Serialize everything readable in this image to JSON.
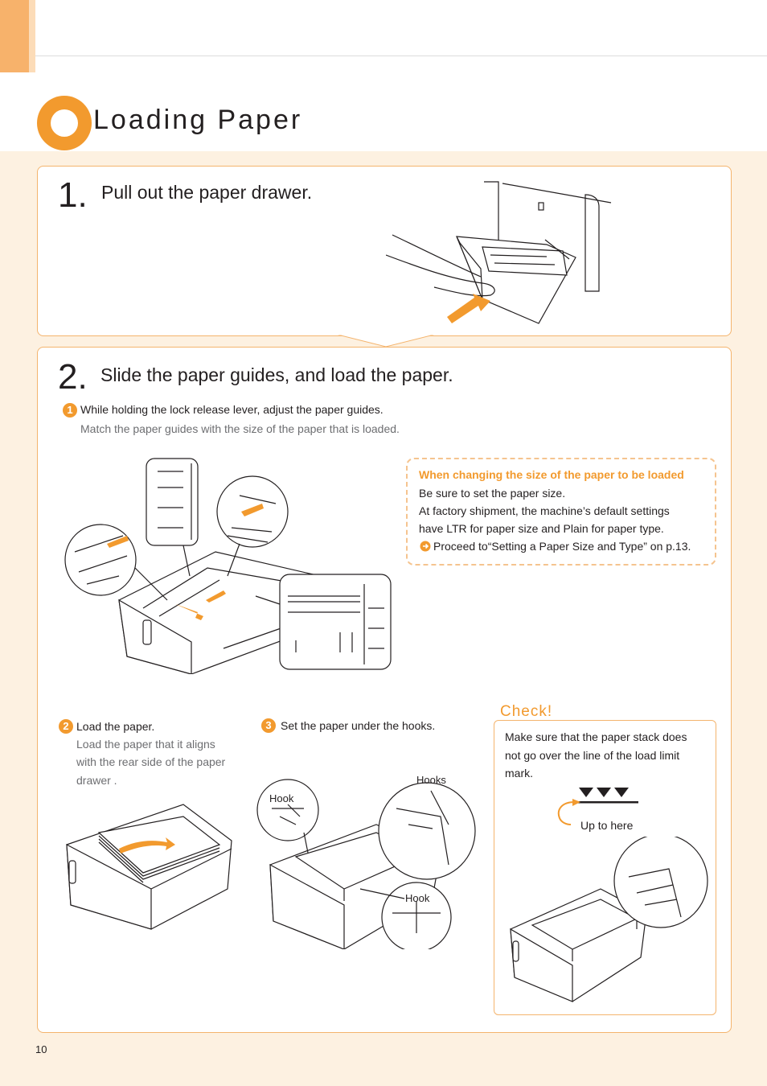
{
  "page": {
    "title": "Loading Paper",
    "page_number": "10"
  },
  "step1": {
    "number": "1.",
    "text": "Pull out the paper drawer."
  },
  "step2": {
    "number": "2.",
    "text": "Slide the paper guides, and load the paper.",
    "sub1": {
      "marker": "1",
      "text": "While holding the lock release lever, adjust the paper guides.",
      "detail": "Match the paper guides with the size of the paper that is loaded."
    },
    "note": {
      "heading": "When changing the size of the paper to be loaded",
      "line1": "Be sure to set the paper size.",
      "line2": "At factory shipment, the machine’s default settings",
      "line3": "have LTR for paper size and Plain for paper type.",
      "link": "Proceed to“Setting a Paper Size and Type” on p.13."
    },
    "sub2": {
      "marker": "2",
      "text": "Load the paper.",
      "detail1": "Load the paper that it aligns",
      "detail2": "with the rear side of the paper",
      "detail3": "drawer ."
    },
    "sub3": {
      "marker": "3",
      "text": "Set the paper under the hooks.",
      "callout_hook_left": "Hook",
      "callout_hooks": "Hooks",
      "callout_hook_bottom": "Hook"
    },
    "check": {
      "label": "Check!",
      "line1": "Make sure that the paper stack does",
      "line2": "not go over the line of the load limit",
      "line3": "mark.",
      "up_to_here": "Up to here"
    }
  },
  "colors": {
    "accent": "#f29a2e",
    "cream": "#fdf1e1",
    "border": "#f4b46d"
  }
}
